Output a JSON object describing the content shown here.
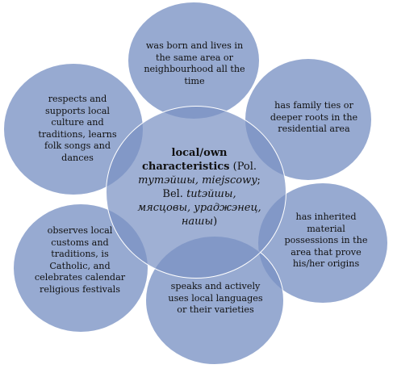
{
  "center": {
    "title_bold": "local/own characteristics",
    "pl_open": " (Pol. ",
    "pl_words": "тутэйшы, miejscowy",
    "bel_prefix": "; Bel. ",
    "bel_words": "tutэйшы, мясцовы, ураджэнец, нашы",
    "close": ")"
  },
  "outer_nodes": [
    {
      "text": "was born and lives in the same area or neighbourhood all the time"
    },
    {
      "text": "has family ties or deeper roots in the residential area"
    },
    {
      "text": "has inherited material possessions in the area that prove his/her origins"
    },
    {
      "text": "speaks and actively uses local languages or their varieties"
    },
    {
      "text": "observes local customs and traditions, is Catholic, and celebrates calendar religious festivals"
    },
    {
      "text": "respects and supports local culture and traditions, learns folk songs and dances"
    }
  ],
  "colors": {
    "circle_fill": "#7a92c4",
    "circle_stroke": "#ffffff",
    "text": "#111111"
  }
}
